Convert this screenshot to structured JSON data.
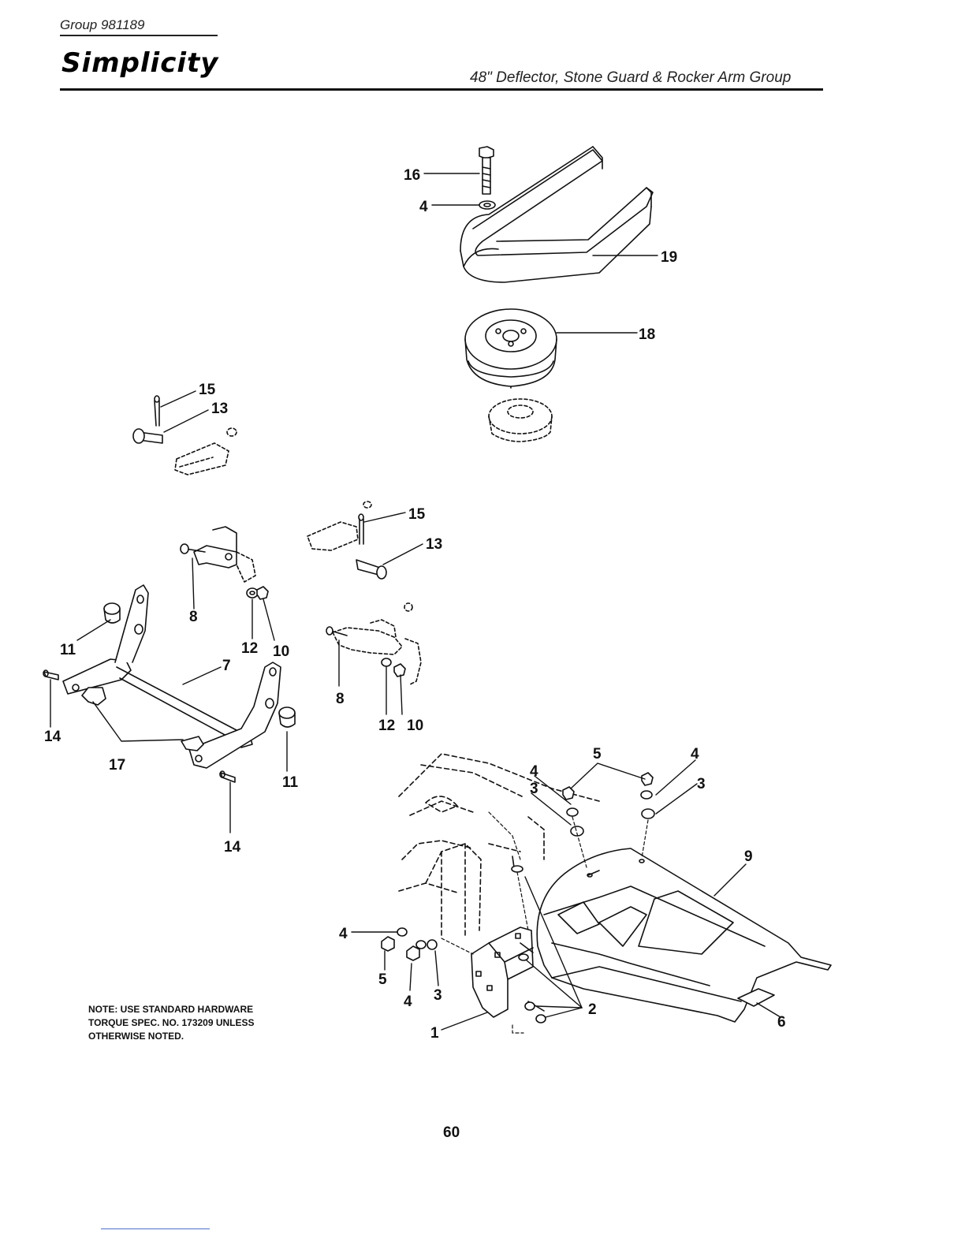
{
  "header": {
    "group": "Group 981189",
    "brand": "Simplicity",
    "title": "48\" Deflector, Stone Guard & Rocker Arm Group"
  },
  "callouts": {
    "c16": "16",
    "c4a": "4",
    "c19": "19",
    "c18": "18",
    "c15a": "15",
    "c13a": "13",
    "c15b": "15",
    "c13b": "13",
    "c8a": "8",
    "c12a": "12",
    "c10a": "10",
    "c11a": "11",
    "c7": "7",
    "c14a": "14",
    "c17": "17",
    "c11b": "11",
    "c14b": "14",
    "c8b": "8",
    "c12b": "12",
    "c10b": "10",
    "c5a": "5",
    "c4b": "4",
    "c4c": "4",
    "c3a": "3",
    "c3b": "3",
    "c9": "9",
    "c4d": "4",
    "c5b": "5",
    "c4e": "4",
    "c3c": "3",
    "c2": "2",
    "c1": "1",
    "c6": "6"
  },
  "note": {
    "line1": "NOTE: USE STANDARD HARDWARE",
    "line2": "TORQUE SPEC. NO. 173209 UNLESS",
    "line3": "OTHERWISE NOTED."
  },
  "footer": {
    "page_number": "60"
  }
}
